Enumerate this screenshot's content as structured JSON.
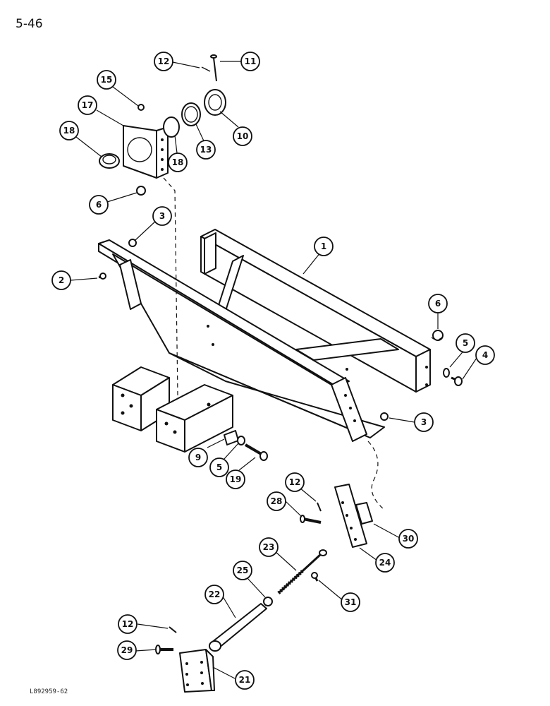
{
  "page_number": "5-46",
  "footer_code": "L892959-62",
  "callouts": [
    {
      "id": "c1",
      "label": "1"
    },
    {
      "id": "c2",
      "label": "2"
    },
    {
      "id": "c3a",
      "label": "3"
    },
    {
      "id": "c3b",
      "label": "3"
    },
    {
      "id": "c4",
      "label": "4"
    },
    {
      "id": "c5a",
      "label": "5"
    },
    {
      "id": "c5b",
      "label": "5"
    },
    {
      "id": "c6a",
      "label": "6"
    },
    {
      "id": "c6b",
      "label": "6"
    },
    {
      "id": "c9",
      "label": "9"
    },
    {
      "id": "c10",
      "label": "10"
    },
    {
      "id": "c11",
      "label": "11"
    },
    {
      "id": "c12a",
      "label": "12"
    },
    {
      "id": "c12b",
      "label": "12"
    },
    {
      "id": "c12c",
      "label": "12"
    },
    {
      "id": "c13",
      "label": "13"
    },
    {
      "id": "c15",
      "label": "15"
    },
    {
      "id": "c17",
      "label": "17"
    },
    {
      "id": "c18a",
      "label": "18"
    },
    {
      "id": "c18b",
      "label": "18"
    },
    {
      "id": "c19",
      "label": "19"
    },
    {
      "id": "c21",
      "label": "21"
    },
    {
      "id": "c22",
      "label": "22"
    },
    {
      "id": "c23",
      "label": "23"
    },
    {
      "id": "c24",
      "label": "24"
    },
    {
      "id": "c25",
      "label": "25"
    },
    {
      "id": "c28",
      "label": "28"
    },
    {
      "id": "c29",
      "label": "29"
    },
    {
      "id": "c30",
      "label": "30"
    },
    {
      "id": "c31",
      "label": "31"
    }
  ]
}
